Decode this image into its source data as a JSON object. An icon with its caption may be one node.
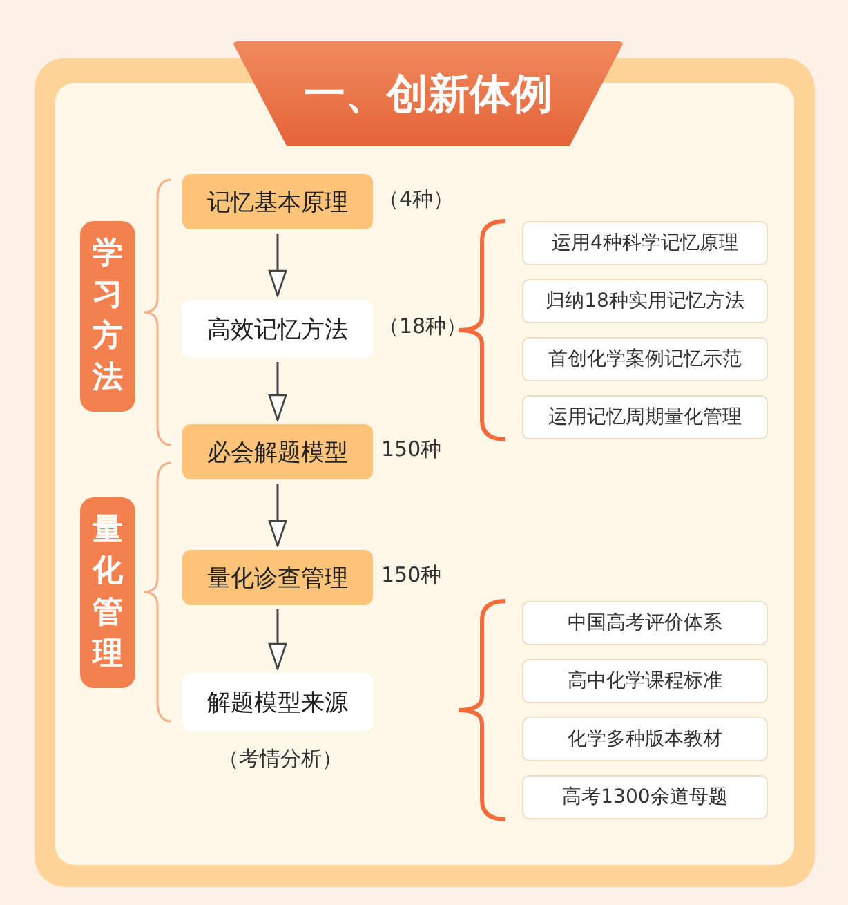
{
  "diagram": {
    "title": "一、创新体例",
    "nodes": [
      {
        "text": [
          "学习方法"
        ]
      },
      {
        "text": [
          "量化管理"
        ]
      },
      {
        "text": [
          "记忆基本原理"
        ],
        "beside": [
          "（4种）"
        ]
      },
      {
        "text": [
          "高效记忆方法"
        ],
        "beside": [
          "（18种）"
        ]
      },
      {
        "text": [
          "必会解题模型"
        ],
        "beside": [
          "150种"
        ]
      },
      {
        "text": [
          "量化诊查管理"
        ],
        "beside": [
          "150种"
        ]
      },
      {
        "text": [
          "解题模型来源"
        ],
        "beside": [
          "（考情分析）"
        ]
      },
      {
        "text": [
          "运用4种科学记忆原理"
        ]
      },
      {
        "text": [
          "归纳18种实用记忆方法"
        ]
      },
      {
        "text": [
          "首创化学案例记忆示范"
        ]
      },
      {
        "text": [
          "运用记忆周期量化管理"
        ]
      },
      {
        "text": [
          "中国高考评价体系"
        ]
      },
      {
        "text": [
          "高中化学课程标准"
        ]
      },
      {
        "text": [
          "化学多种版本教材"
        ]
      },
      {
        "text": [
          "高考1300余道母题"
        ]
      }
    ],
    "edges": [
      {
        "from": 2,
        "to": 3,
        "arrow": "to"
      },
      {
        "from": 3,
        "to": 4,
        "arrow": "to"
      },
      {
        "from": 4,
        "to": 5,
        "arrow": "to"
      },
      {
        "from": 5,
        "to": 6,
        "arrow": "to"
      }
    ]
  }
}
